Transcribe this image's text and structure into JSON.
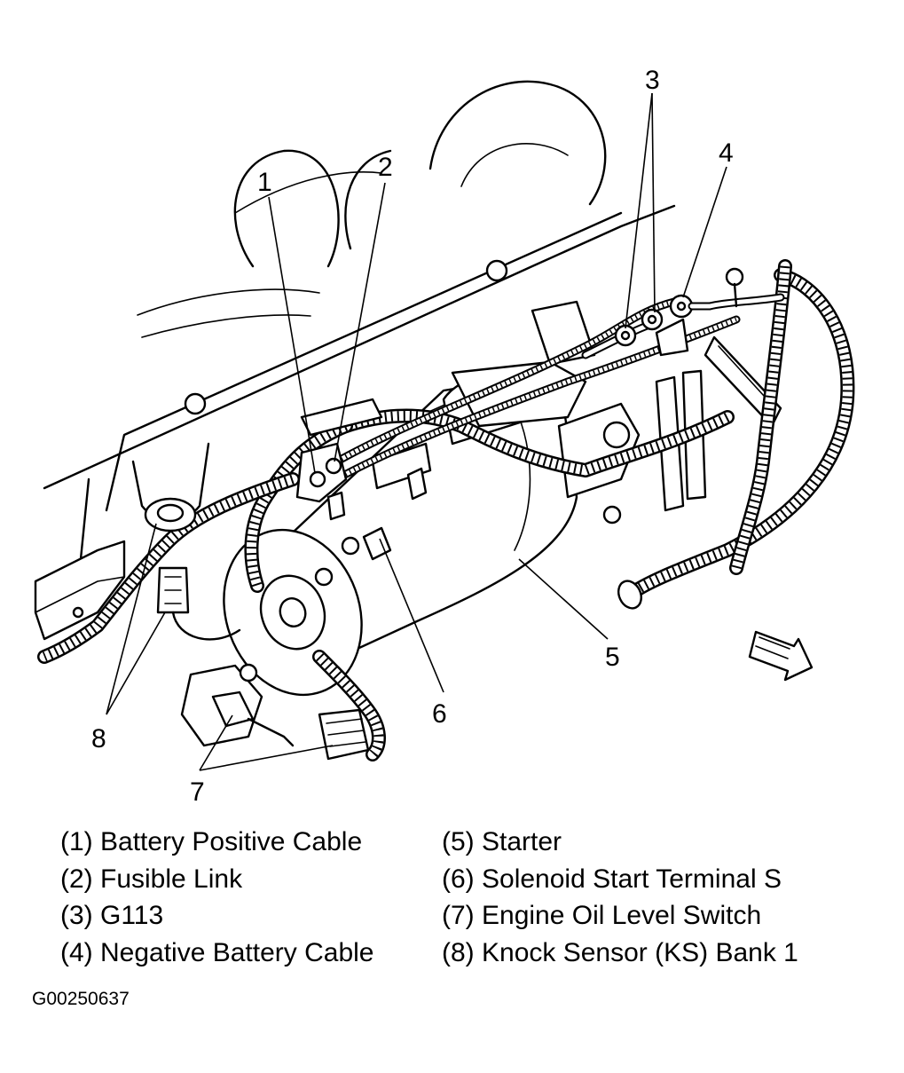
{
  "callouts": {
    "c1": "1",
    "c2": "2",
    "c3": "3",
    "c4": "4",
    "c5": "5",
    "c6": "6",
    "c7": "7",
    "c8": "8"
  },
  "legend": {
    "left": [
      "(1) Battery Positive Cable",
      "(2) Fusible Link",
      "(3) G113",
      "(4) Negative Battery Cable"
    ],
    "right": [
      "(5) Starter",
      "(6) Solenoid Start Terminal S",
      "(7) Engine Oil Level Switch",
      "(8) Knock Sensor (KS) Bank 1"
    ]
  },
  "figure_id": "G00250637"
}
